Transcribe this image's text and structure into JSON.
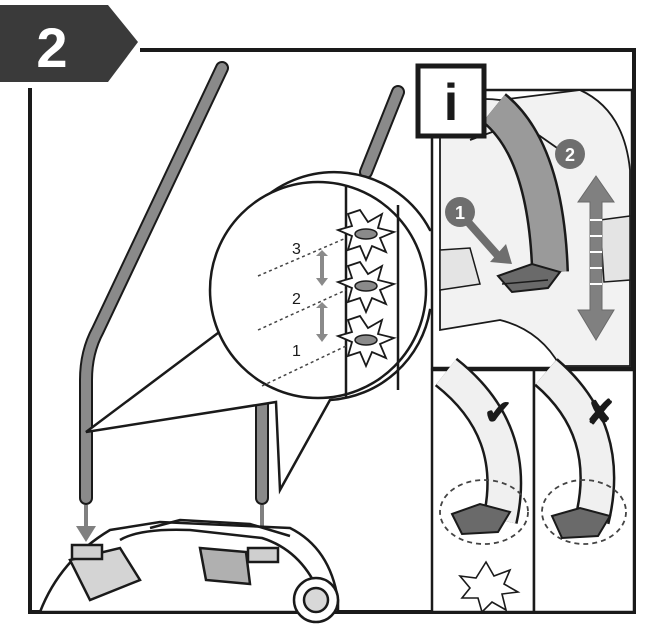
{
  "step": {
    "number": "2"
  },
  "info": {
    "glyph": "i"
  },
  "callouts": {
    "one": "1",
    "two": "2"
  },
  "height_positions": {
    "top": "3",
    "middle": "2",
    "bottom": "1"
  },
  "marks": {
    "correct": "✔",
    "wrong": "✘"
  },
  "colors": {
    "badge": "#3a3a3a",
    "frame": "#1a1a1a",
    "tube": "#7a7a7a",
    "callout": "#6e6e6e",
    "arrow": "#808080"
  }
}
